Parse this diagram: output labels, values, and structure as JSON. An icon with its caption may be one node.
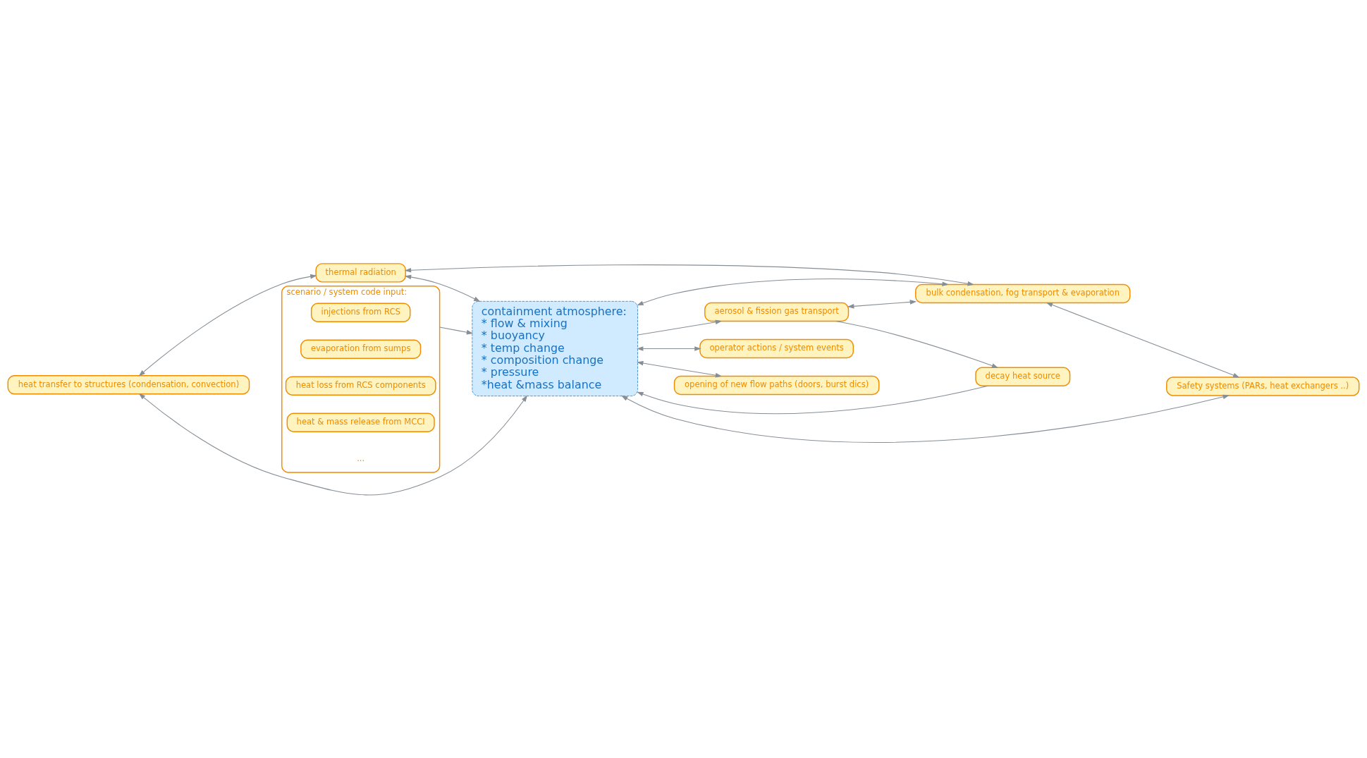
{
  "diagram": {
    "nodes": [
      {
        "text": [
          "heat transfer to structures (condensation, convection)"
        ]
      },
      {
        "text": [
          "thermal radiation"
        ]
      },
      {
        "text": [
          "scenario / system code input:"
        ]
      },
      {
        "text": [
          "injections from RCS"
        ],
        "in": 2
      },
      {
        "text": [
          "evaporation from sumps"
        ],
        "in": 2
      },
      {
        "text": [
          "heat loss from RCS components"
        ],
        "in": 2
      },
      {
        "text": [
          "heat & mass release from MCCI"
        ],
        "in": 2
      },
      {
        "text": [
          "containment atmosphere:",
          "* flow & mixing",
          "* buoyancy",
          "* temp change",
          "* composition change",
          "* pressure",
          "*heat &mass balance"
        ]
      },
      {
        "text": [
          "decay heat source"
        ]
      },
      {
        "text": [
          "aerosol & fission gas transport"
        ]
      },
      {
        "text": [
          "bulk condensation, fog transport & evaporation"
        ]
      },
      {
        "text": [
          "operator actions / system events"
        ]
      },
      {
        "text": [
          "opening of new flow paths (doors, burst dics)"
        ]
      },
      {
        "text": [
          "Safety systems (PARs, heat exchangers ..)"
        ]
      }
    ],
    "edges": [
      {
        "from": 0,
        "to": 1,
        "arrow": "both"
      },
      {
        "from": 0,
        "to": 7,
        "arrow": "both"
      },
      {
        "from": 1,
        "to": 7,
        "arrow": "both"
      },
      {
        "from": 2,
        "to": 7,
        "arrow": "to"
      },
      {
        "from": 8,
        "to": 7,
        "arrow": "to"
      },
      {
        "from": 7,
        "to": 9,
        "arrow": "to"
      },
      {
        "from": 9,
        "to": 8,
        "arrow": "to"
      },
      {
        "from": 9,
        "to": 10,
        "arrow": "both"
      },
      {
        "from": 7,
        "to": 10,
        "arrow": "both"
      },
      {
        "from": 1,
        "to": 10,
        "arrow": "both"
      },
      {
        "from": 10,
        "to": 13,
        "arrow": "both"
      },
      {
        "from": 7,
        "to": 13,
        "arrow": "both"
      },
      {
        "from": 7,
        "to": 12,
        "arrow": "both"
      },
      {
        "from": 7,
        "to": 11,
        "arrow": "both"
      }
    ],
    "labels": [
      "..."
    ]
  }
}
